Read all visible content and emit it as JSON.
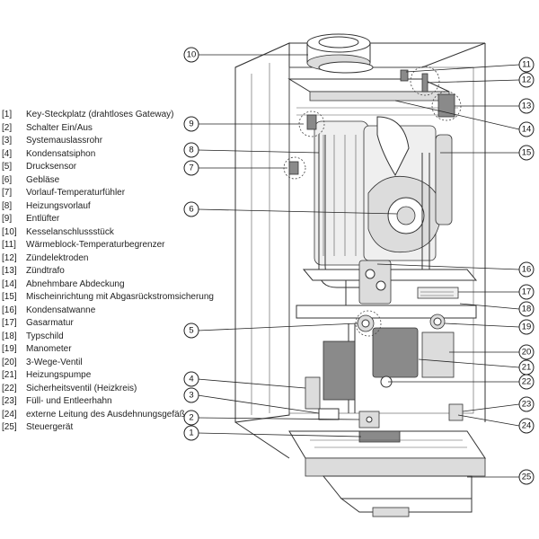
{
  "legend": [
    {
      "num": "[1]",
      "text": "Key-Steckplatz (drahtloses Gateway)"
    },
    {
      "num": "[2]",
      "text": "Schalter Ein/Aus"
    },
    {
      "num": "[3]",
      "text": "Systemauslassrohr"
    },
    {
      "num": "[4]",
      "text": "Kondensatsiphon"
    },
    {
      "num": "[5]",
      "text": "Drucksensor"
    },
    {
      "num": "[6]",
      "text": "Gebläse"
    },
    {
      "num": "[7]",
      "text": "Vorlauf-Temperaturfühler"
    },
    {
      "num": "[8]",
      "text": "Heizungsvorlauf"
    },
    {
      "num": "[9]",
      "text": "Entlüfter"
    },
    {
      "num": "[10]",
      "text": "Kesselanschlussstück"
    },
    {
      "num": "[11]",
      "text": "Wärmeblock-Temperaturbegrenzer"
    },
    {
      "num": "[12]",
      "text": "Zündelektroden"
    },
    {
      "num": "[13]",
      "text": "Zündtrafo"
    },
    {
      "num": "[14]",
      "text": "Abnehmbare Abdeckung"
    },
    {
      "num": "[15]",
      "text": "Mischeinrichtung mit Abgasrückstromsicherung"
    },
    {
      "num": "[16]",
      "text": "Kondensatwanne"
    },
    {
      "num": "[17]",
      "text": "Gasarmatur"
    },
    {
      "num": "[18]",
      "text": "Typschild"
    },
    {
      "num": "[19]",
      "text": "Manometer"
    },
    {
      "num": "[20]",
      "text": "3-Wege-Ventil"
    },
    {
      "num": "[21]",
      "text": "Heizungspumpe"
    },
    {
      "num": "[22]",
      "text": "Sicherheitsventil (Heizkreis)"
    },
    {
      "num": "[23]",
      "text": "Füll- und Entleerhahn"
    },
    {
      "num": "[24]",
      "text": "externe Leitung des Ausdehnungsgefäß"
    },
    {
      "num": "[25]",
      "text": "Steuergerät"
    }
  ],
  "callouts": [
    "1",
    "2",
    "3",
    "4",
    "5",
    "6",
    "7",
    "8",
    "9",
    "10",
    "11",
    "12",
    "13",
    "14",
    "15",
    "16",
    "17",
    "18",
    "19",
    "20",
    "21",
    "22",
    "23",
    "24",
    "25"
  ]
}
